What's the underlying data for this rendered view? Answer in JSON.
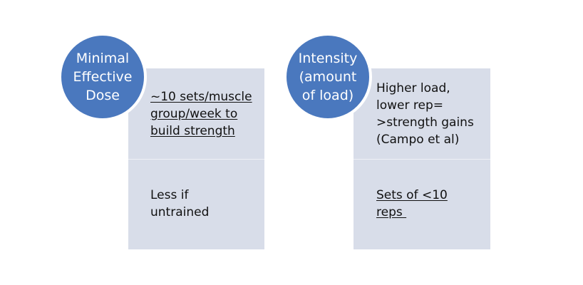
{
  "panels": [
    {
      "circle_lines": [
        "Minimal",
        "Effective",
        "Dose"
      ],
      "top_lines": [
        "~10 sets/muscle",
        "group/week to",
        "build strength"
      ],
      "top_underlined": true,
      "bottom_lines": [
        "Less if",
        "untrained"
      ],
      "bottom_underlined": false
    },
    {
      "circle_lines": [
        "Intensity",
        "(amount",
        "of load)"
      ],
      "top_lines": [
        "Higher load,",
        "lower rep=",
        ">strength gains",
        "(Campo et al)"
      ],
      "top_underlined": false,
      "bottom_lines": [
        "Sets of <10",
        "reps "
      ],
      "bottom_underlined": true
    }
  ],
  "colors": {
    "circle": "#4a78be",
    "card": "#d8dde9",
    "text": "#111111"
  }
}
